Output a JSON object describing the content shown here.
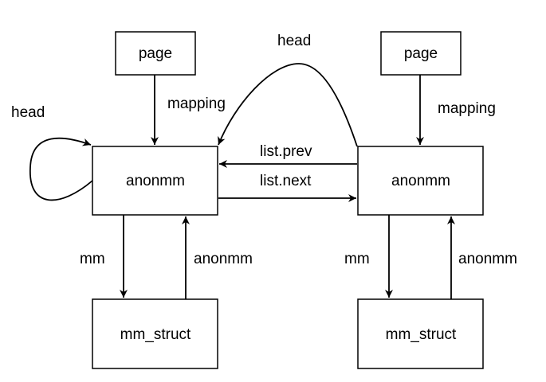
{
  "nodes": {
    "page_left": "page",
    "anonmm_left": "anonmm",
    "mm_struct_left": "mm_struct",
    "page_right": "page",
    "anonmm_right": "anonmm",
    "mm_struct_right": "mm_struct"
  },
  "edges": {
    "mapping_left": "mapping",
    "head_self": "head",
    "mm_left": "mm",
    "anonmm_back_left": "anonmm",
    "head_right": "head",
    "list_prev": "list.prev",
    "list_next": "list.next",
    "mapping_right": "mapping",
    "mm_right": "mm",
    "anonmm_back_right": "anonmm"
  },
  "colors": {
    "stroke": "#000000",
    "background": "#ffffff"
  }
}
